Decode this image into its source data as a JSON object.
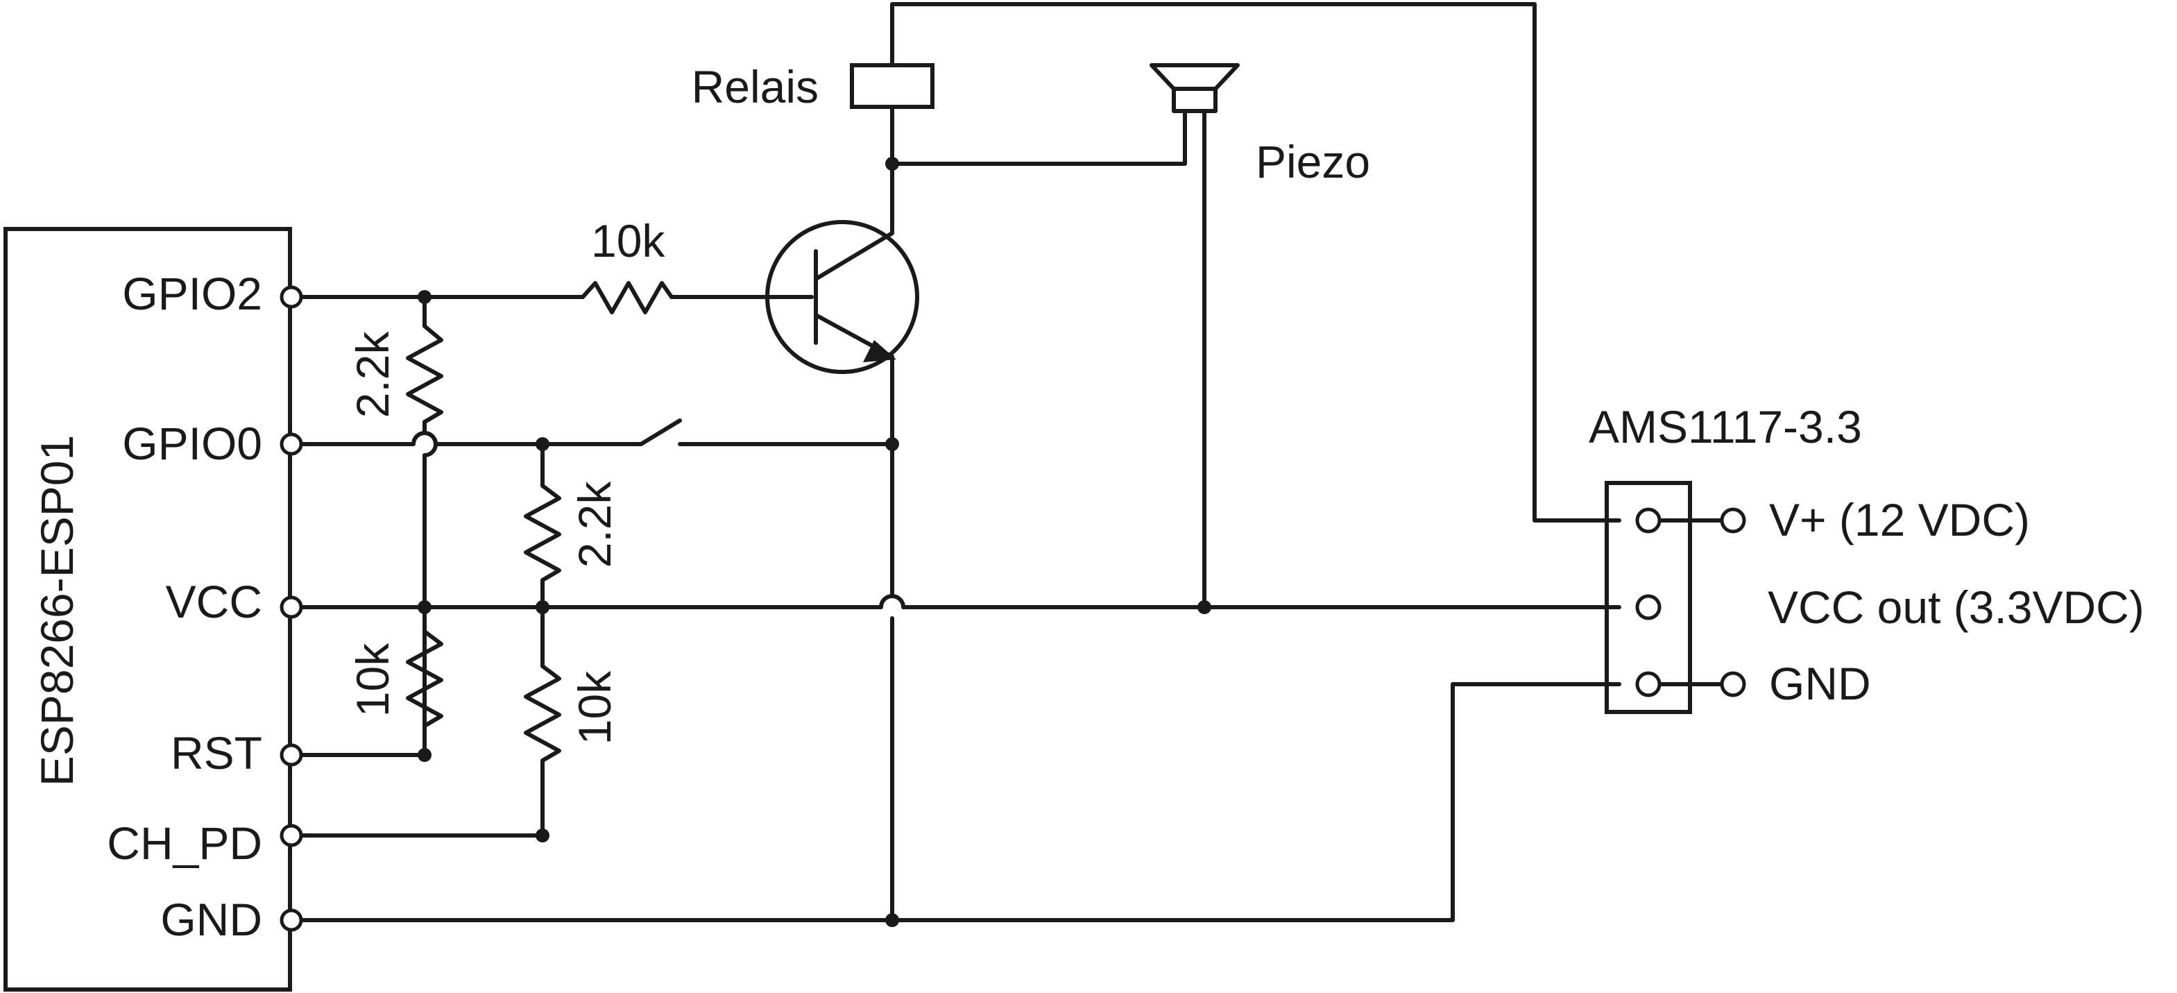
{
  "module": {
    "name": "ESP8266-ESP01",
    "pins": [
      "GPIO2",
      "GPIO0",
      "VCC",
      "RST",
      "CH_PD",
      "GND"
    ]
  },
  "components": {
    "relay_label": "Relais",
    "piezo_label": "Piezo",
    "r_base": "10k",
    "r_gpio2_pullup": "2.2k",
    "r_gpio0_pullup": "2.2k",
    "r_rst_pullup": "10k",
    "r_chpd_pullup": "10k"
  },
  "regulator": {
    "name": "AMS1117-3.3",
    "vin": "V+ (12 VDC)",
    "vout": "VCC out (3.3VDC)",
    "gnd": "GND"
  },
  "colors": {
    "ink": "#1a1a1a",
    "background": "#ffffff"
  }
}
